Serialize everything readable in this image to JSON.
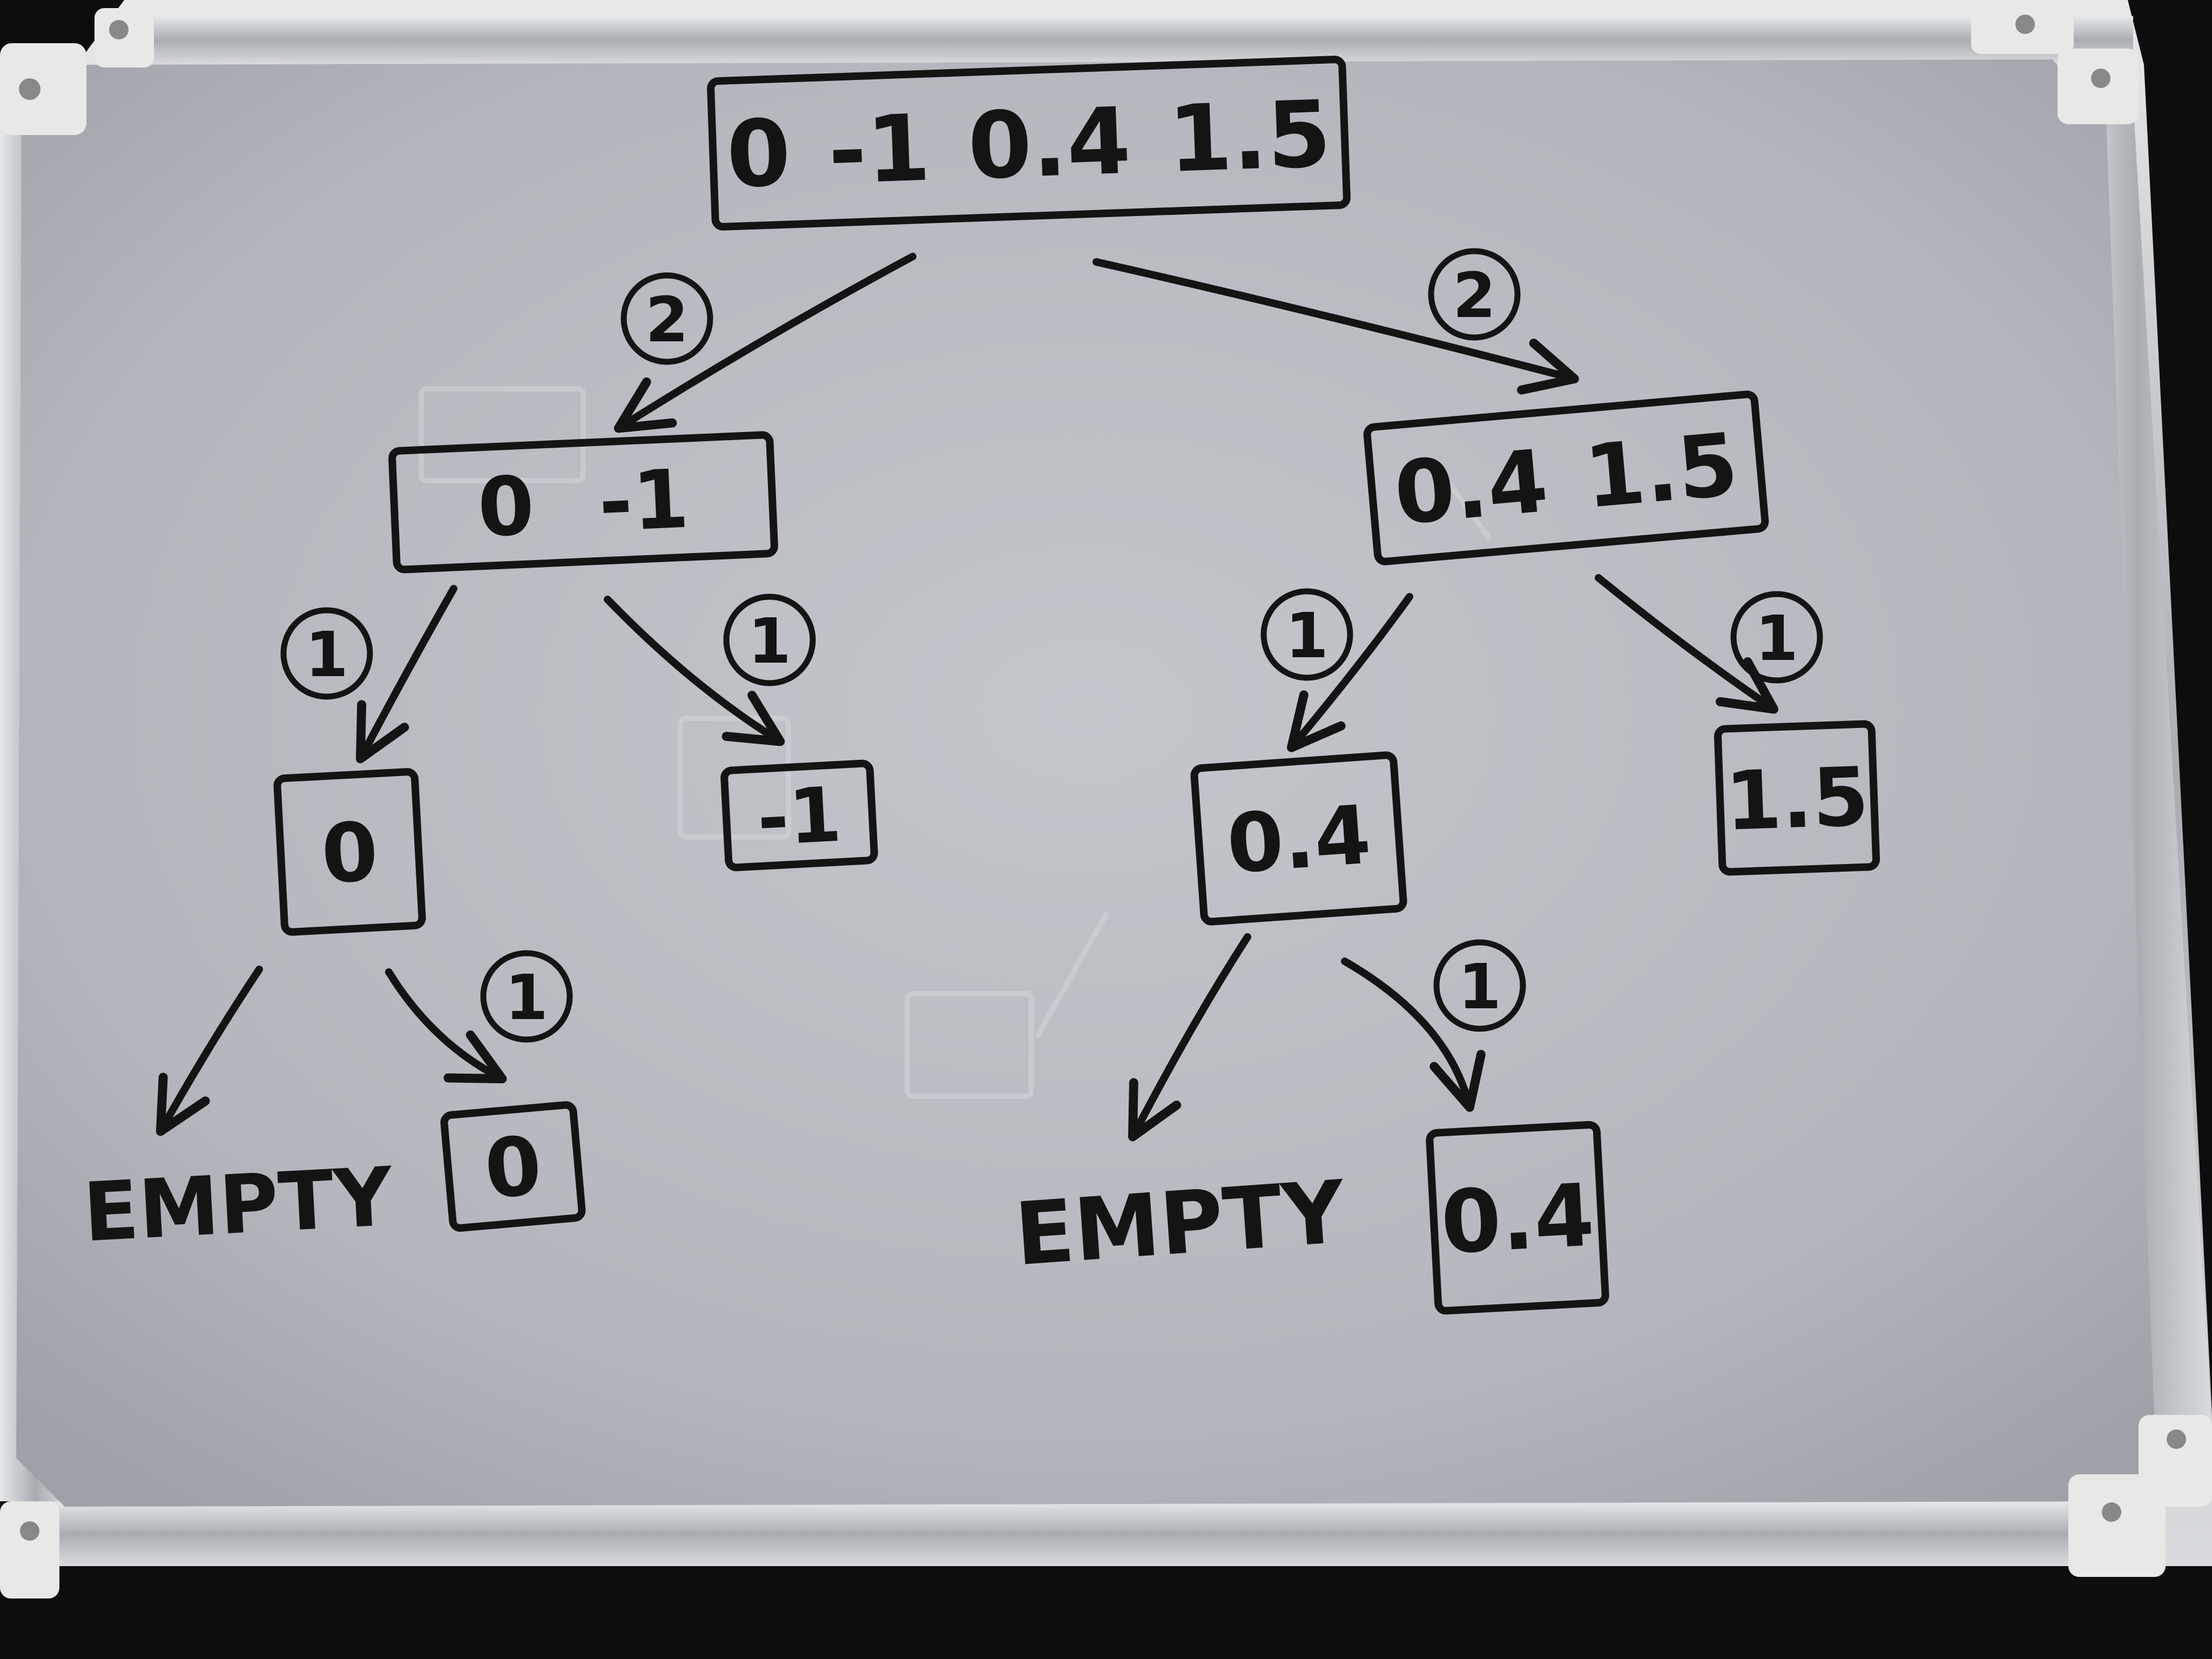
{
  "colors": {
    "ink": "#141414",
    "board": "#b8bcc2",
    "frame": "#c9ccd0",
    "background": "#0d0d0d"
  },
  "nodes": [
    {
      "id": "root",
      "values": [
        "0",
        "-1",
        "0.4",
        "1.5"
      ]
    },
    {
      "id": "left",
      "values": [
        "0",
        "-1"
      ]
    },
    {
      "id": "right",
      "values": [
        "0.4",
        "1.5"
      ]
    },
    {
      "id": "left-left",
      "values": [
        "0"
      ]
    },
    {
      "id": "left-right",
      "values": [
        "-1"
      ]
    },
    {
      "id": "right-left",
      "values": [
        "0.4"
      ]
    },
    {
      "id": "right-right",
      "values": [
        "1.5"
      ]
    },
    {
      "id": "ll-right",
      "values": [
        "0"
      ]
    },
    {
      "id": "rl-right",
      "values": [
        "0.4"
      ]
    }
  ],
  "edges": [
    {
      "from": "root",
      "to": "left",
      "label": "2"
    },
    {
      "from": "root",
      "to": "right",
      "label": "2"
    },
    {
      "from": "left",
      "to": "left-left",
      "label": "1"
    },
    {
      "from": "left",
      "to": "left-right",
      "label": "1"
    },
    {
      "from": "right",
      "to": "right-left",
      "label": "1"
    },
    {
      "from": "right",
      "to": "right-right",
      "label": "1"
    },
    {
      "from": "left-left",
      "to": "ll-empty",
      "label": ""
    },
    {
      "from": "left-left",
      "to": "ll-right",
      "label": "1"
    },
    {
      "from": "right-left",
      "to": "rl-empty",
      "label": ""
    },
    {
      "from": "right-left",
      "to": "rl-right",
      "label": "1"
    }
  ],
  "empty_labels": [
    "EMPTY",
    "EMPTY"
  ]
}
